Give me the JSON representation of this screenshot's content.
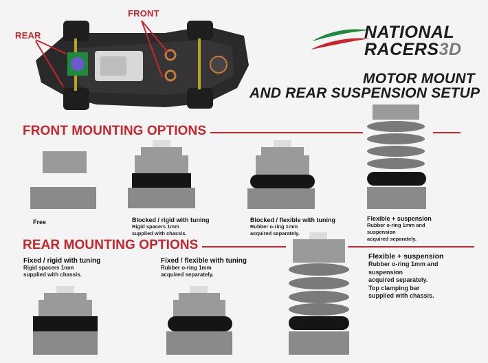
{
  "header": {
    "callouts": {
      "rear": "REAR",
      "front": "FRONT"
    },
    "logo": {
      "line1": "NATIONAL",
      "line2_main": "RACERS",
      "line2_suffix": "3D"
    },
    "title": {
      "line1": "MOTOR MOUNT",
      "line2": "AND REAR SUSPENSION SETUP"
    }
  },
  "front_section": {
    "title": "FRONT MOUNTING OPTIONS",
    "options": [
      {
        "title": "Free",
        "desc": []
      },
      {
        "title": "Blocked / rigid with tuning",
        "desc": [
          "Rigid spacers 1mm",
          "supplied with chassis."
        ]
      },
      {
        "title": "Blocked / flexible with tuning",
        "desc": [
          "Rubber o-ring 1mm",
          "acquired separately."
        ]
      },
      {
        "title": "Flexible + suspension",
        "desc": [
          "Rubber o-ring 1mm and",
          "suspension",
          "acquired separately."
        ]
      }
    ]
  },
  "rear_section": {
    "title": "REAR MOUNTING OPTIONS",
    "options": [
      {
        "title": "Fixed / rigid with tuning",
        "desc": [
          "Rigid spacers 1mm",
          "supplied with chassis."
        ]
      },
      {
        "title": "Fixed / flexible with tuning",
        "desc": [
          "Rubber o-ring 1mm",
          "acquired separately."
        ]
      },
      {
        "title": "Flexible + suspension",
        "desc": [
          "Rubber o-ring 1mm and",
          "suspension",
          "acquired separately.",
          "Top clamping bar",
          "supplied with chassis."
        ]
      }
    ]
  },
  "colors": {
    "accent_red": "#c9262b",
    "logo_green": "#1e8a3c",
    "block_grey": "#9a9a9a",
    "spacer_black": "#151515"
  }
}
